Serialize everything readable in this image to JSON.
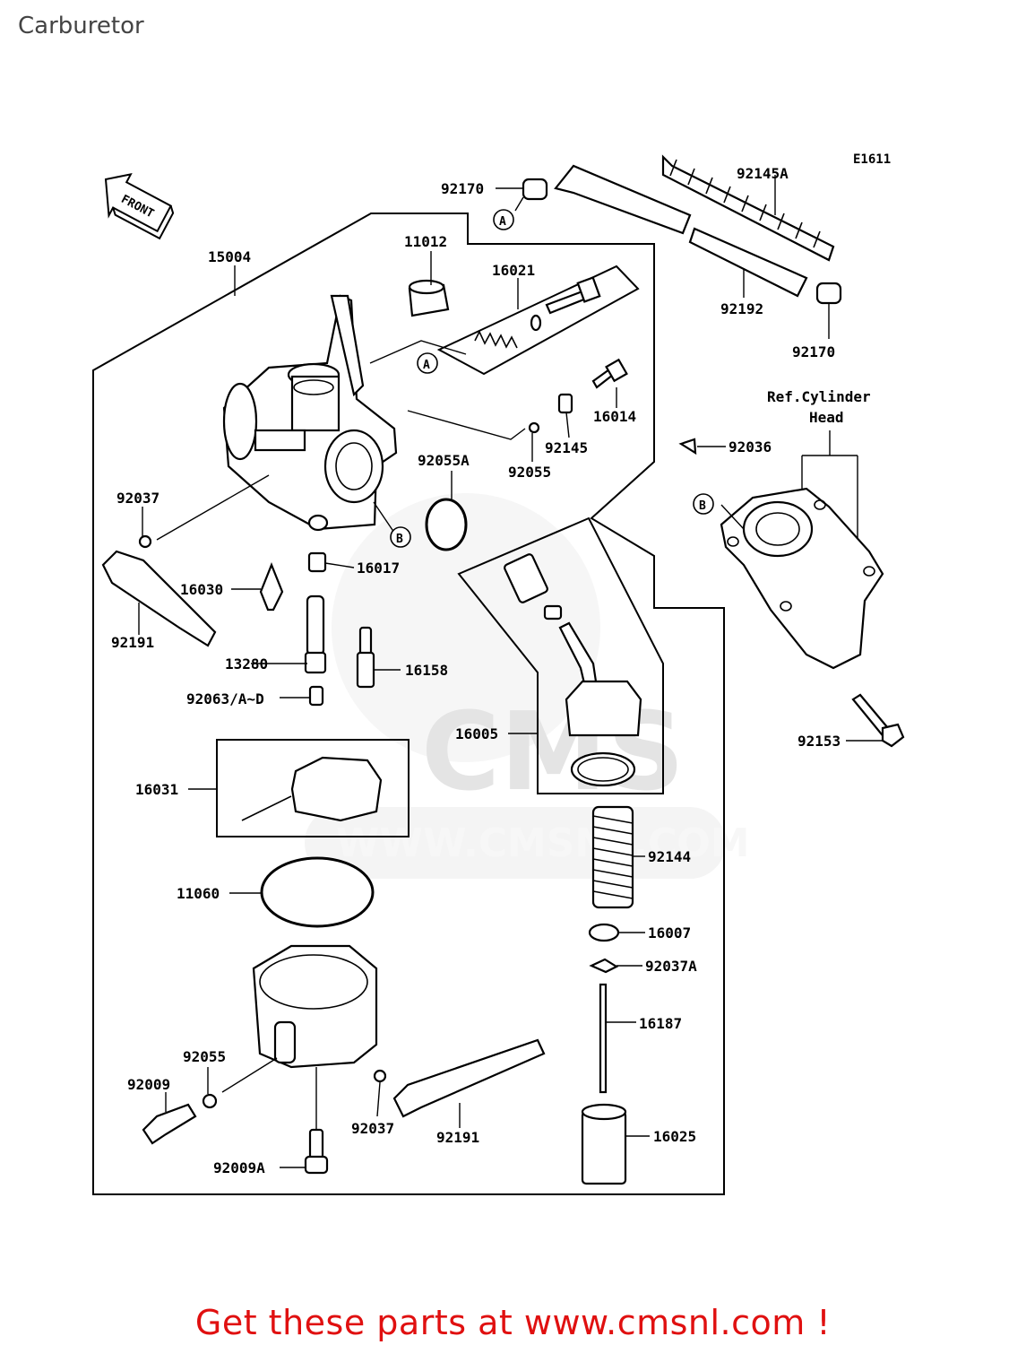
{
  "title": "Carburetor",
  "diagram_code": "E1611",
  "front_label": "FRONT",
  "ref_note": [
    "Ref.Cylinder",
    "Head"
  ],
  "watermark": {
    "brand": "CMS",
    "url": "WWW.CMSNL.COM"
  },
  "callouts": {
    "a1": "A",
    "a2": "A",
    "b1": "B",
    "b2": "B"
  },
  "labels": {
    "p15004": "15004",
    "p11012": "11012",
    "p16021": "16021",
    "p92170_top": "92170",
    "p92145A": "92145A",
    "p92192": "92192",
    "p92170_bot": "92170",
    "p16014": "16014",
    "p92145": "92145",
    "p92055": "92055",
    "p92055A": "92055A",
    "p92036": "92036",
    "p92037_top": "92037",
    "p16017": "16017",
    "p16030": "16030",
    "p92191_left": "92191",
    "p13280": "13280",
    "p16158": "16158",
    "p92063": "92063/A~D",
    "p16005": "16005",
    "p92153": "92153",
    "p16031": "16031",
    "p92144": "92144",
    "p11060": "11060",
    "p16007": "16007",
    "p92037A": "92037A",
    "p16187": "16187",
    "p92055_bot": "92055",
    "p92009": "92009",
    "p92037_bot": "92037",
    "p92191_bot": "92191",
    "p16025": "16025",
    "p92009A": "92009A"
  },
  "footer": "Get these parts at www.cmsnl.com !",
  "colors": {
    "footer": "#e01010",
    "title": "#444444",
    "watermark": "#e6e6e6"
  }
}
